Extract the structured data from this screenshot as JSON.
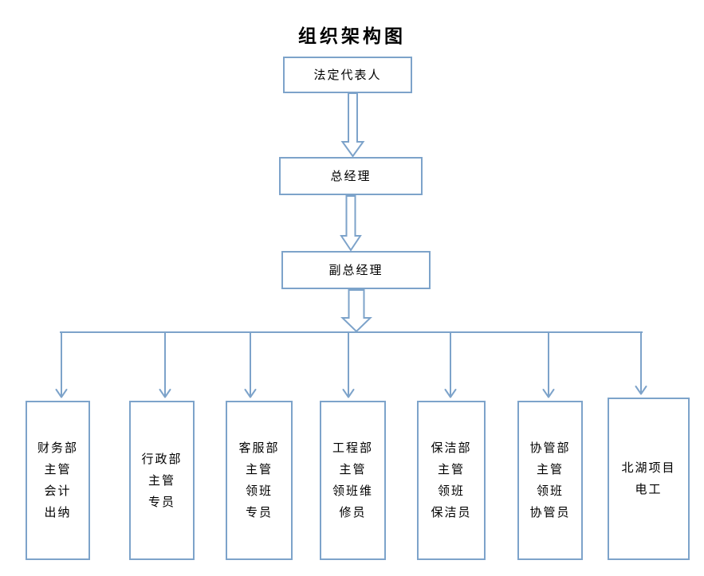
{
  "title": "组织架构图",
  "colors": {
    "accent": "#7da3ca",
    "text": "#000000",
    "background": "#ffffff"
  },
  "hierarchy": {
    "level1": {
      "label": "法定代表人"
    },
    "level2": {
      "label": "总经理"
    },
    "level3": {
      "label": "副总经理"
    }
  },
  "departments": [
    {
      "id": "finance",
      "lines": [
        "财务部",
        "主管",
        "会计",
        "出纳"
      ]
    },
    {
      "id": "administration",
      "lines": [
        "行政部",
        "主管",
        "专员"
      ]
    },
    {
      "id": "customer-service",
      "lines": [
        "客服部",
        "主管",
        "领班",
        "专员"
      ]
    },
    {
      "id": "engineering",
      "lines": [
        "工程部",
        "主管",
        "领班维",
        "修员"
      ]
    },
    {
      "id": "cleaning",
      "lines": [
        "保洁部",
        "主管",
        "领班",
        "保洁员"
      ]
    },
    {
      "id": "co-management",
      "lines": [
        "协管部",
        "主管",
        "领班",
        "协管员"
      ]
    },
    {
      "id": "beihu-project",
      "lines": [
        "北湖项目",
        "电工"
      ]
    }
  ]
}
